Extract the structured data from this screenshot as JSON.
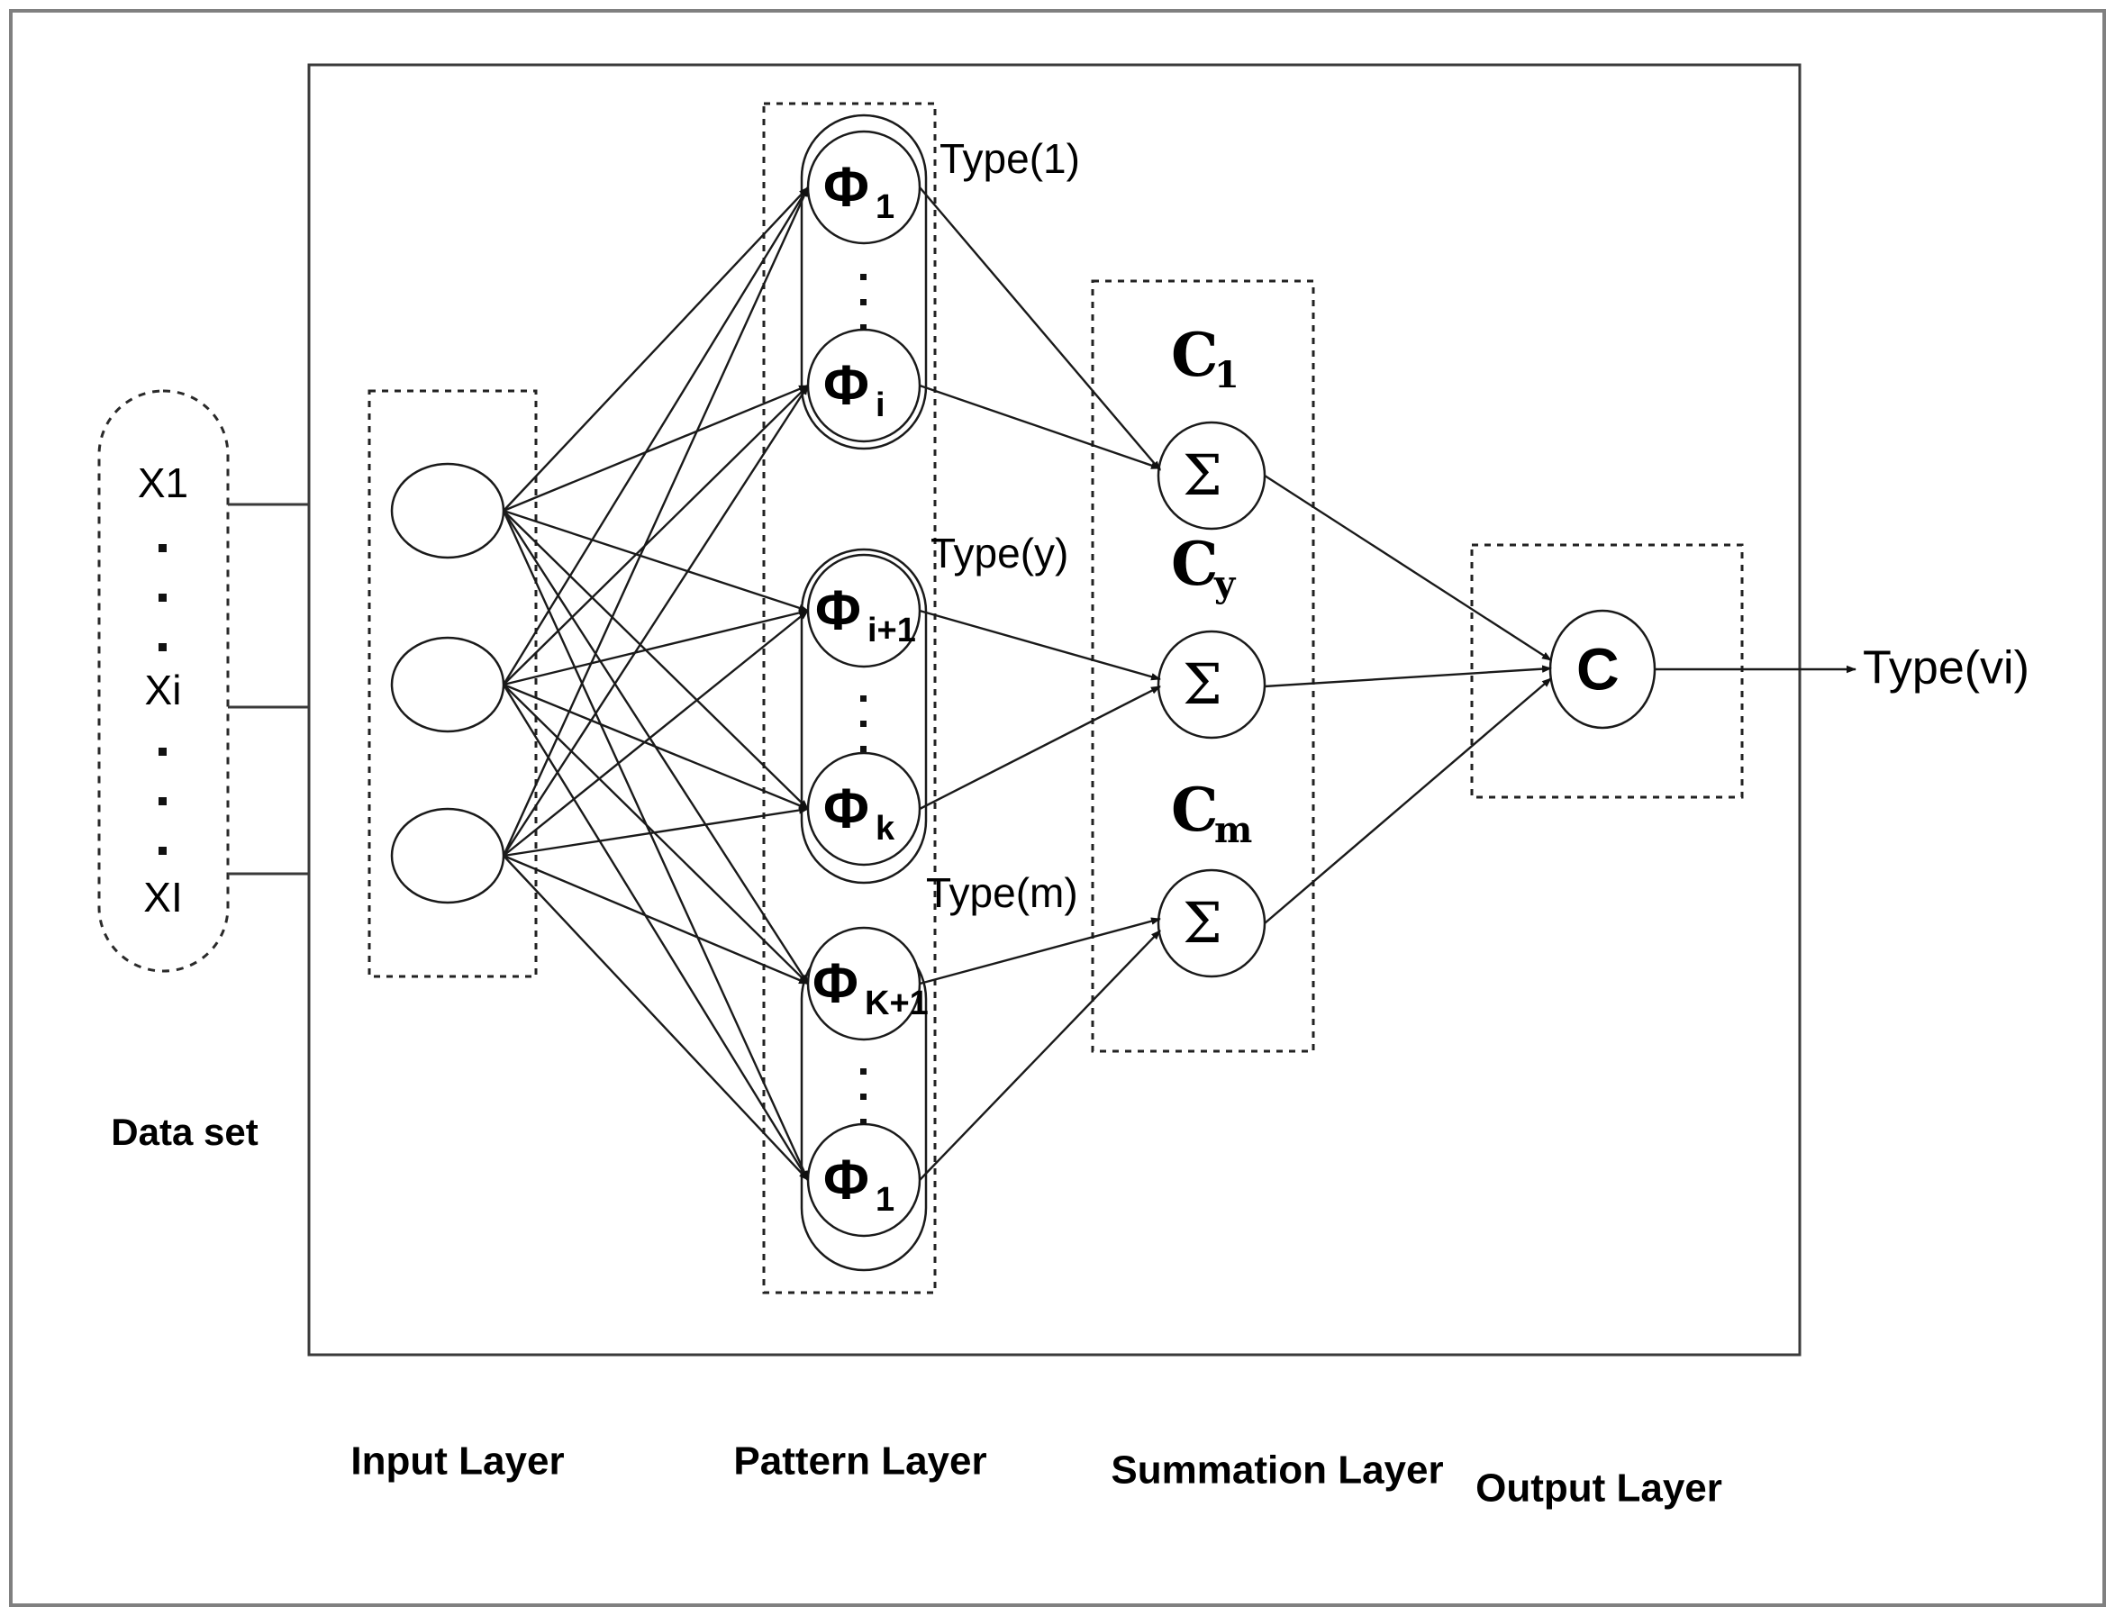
{
  "figure": {
    "type": "neural-network-architecture-diagram",
    "title": "Probabilistic Neural Network (PNN) architecture"
  },
  "dataset": {
    "caption": "Data set",
    "items": [
      "X1",
      "Xi",
      "XI"
    ],
    "ellipsis": "."
  },
  "layers": [
    {
      "id": "input",
      "caption": "Input Layer"
    },
    {
      "id": "pattern",
      "caption": "Pattern Layer"
    },
    {
      "id": "summation",
      "caption": "Summation Layer"
    },
    {
      "id": "output",
      "caption": "Output Layer"
    }
  ],
  "input_layer": {
    "caption": "Input Layer",
    "nodes": [
      {
        "id": "in1",
        "label": ""
      },
      {
        "id": "in2",
        "label": ""
      },
      {
        "id": "in3",
        "label": ""
      }
    ]
  },
  "pattern_layer": {
    "caption": "Pattern Layer",
    "groups": [
      {
        "type_label": "Type(1)",
        "nodes": [
          {
            "base": "Φ",
            "sub": "1"
          },
          {
            "base": "Φ",
            "sub": "i"
          }
        ]
      },
      {
        "type_label": "Type(y)",
        "nodes": [
          {
            "base": "Φ",
            "sub": "i+1"
          },
          {
            "base": "Φ",
            "sub": "k"
          }
        ]
      },
      {
        "type_label": "Type(m)",
        "nodes": [
          {
            "base": "Φ",
            "sub": "K+1"
          },
          {
            "base": "Φ",
            "sub": "1"
          }
        ]
      }
    ]
  },
  "summation_layer": {
    "caption": "Summation Layer",
    "nodes": [
      {
        "symbol": "Σ",
        "class_base": "C",
        "class_sub": "1"
      },
      {
        "symbol": "Σ",
        "class_base": "C",
        "class_sub": "y"
      },
      {
        "symbol": "Σ",
        "class_base": "C",
        "class_sub": "m"
      }
    ]
  },
  "output_layer": {
    "caption": "Output Layer",
    "node_label": "C",
    "output_label": "Type(vi)"
  },
  "colors": {
    "background": "#ffffff",
    "stroke": "#1a1a1a",
    "frame": "#3a3a3a",
    "page_border": "#808080",
    "dashed": "#222222"
  }
}
